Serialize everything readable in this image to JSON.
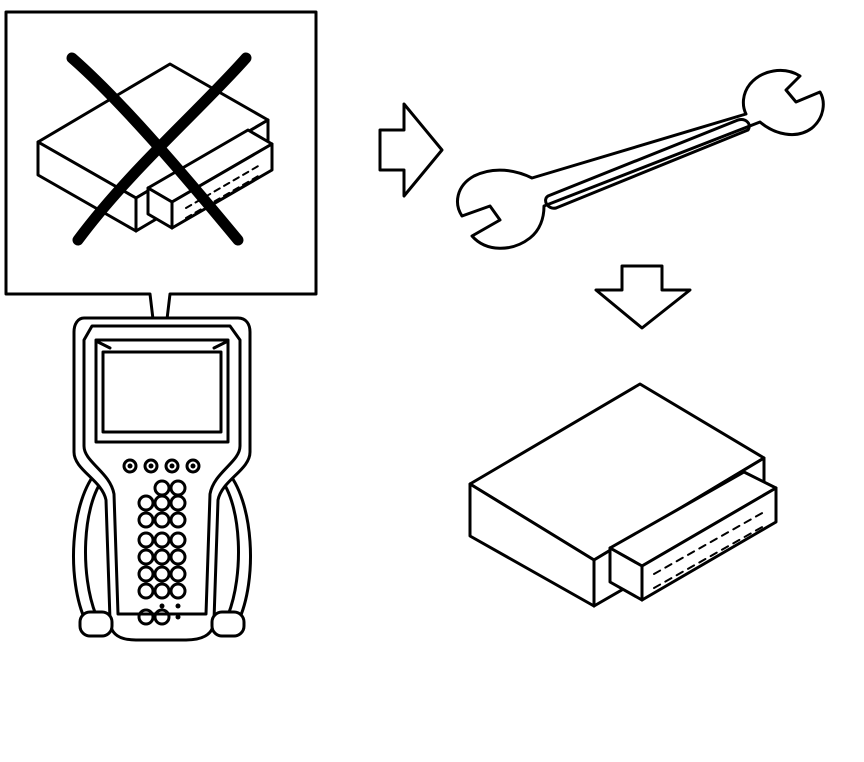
{
  "figure": {
    "colors": {
      "line": "#000000",
      "background": "#ffffff"
    },
    "panels": [
      {
        "name": "module-not-recognized",
        "icon": "ecu-module-crossed-out-icon"
      },
      {
        "name": "scan-tool",
        "icon": "scan-tool-icon"
      },
      {
        "name": "replace-step",
        "icon": "wrench-icon"
      },
      {
        "name": "new-module",
        "icon": "ecu-module-icon"
      }
    ]
  }
}
